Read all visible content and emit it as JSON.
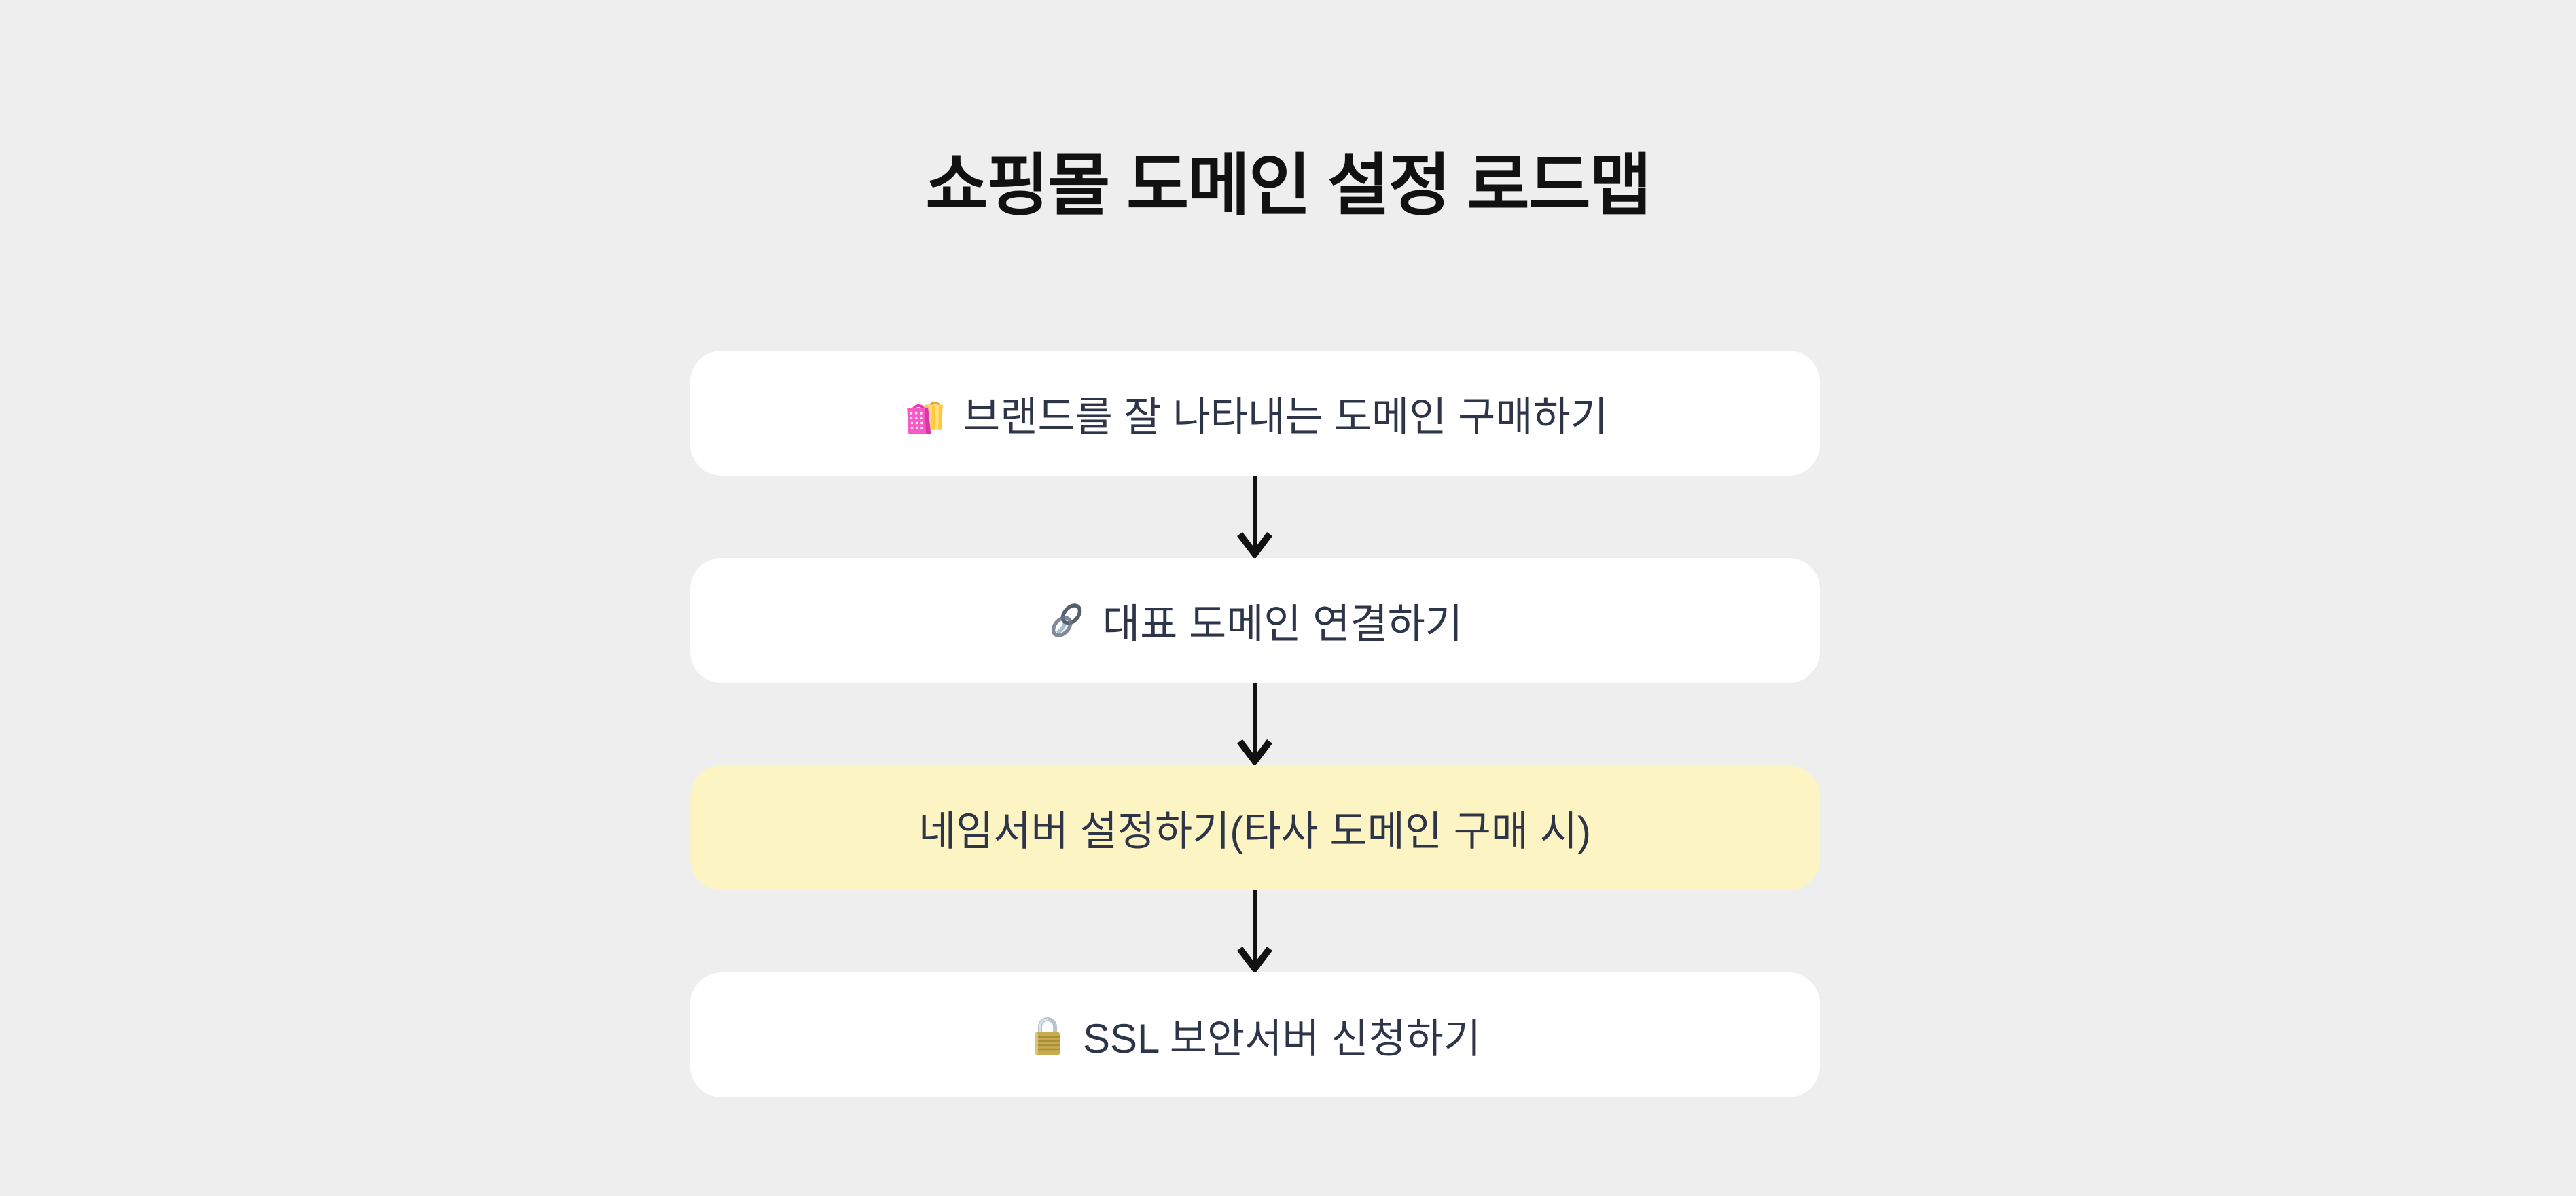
{
  "page": {
    "title": "쇼핑몰 도메인 설정 로드맵",
    "background_color": "#EEEEEE",
    "title_color": "#111111"
  },
  "flowchart": {
    "box_color": "#FFFFFF",
    "highlight_color": "#FCF5C3",
    "label_color": "#2E3548",
    "arrow_color": "#111111",
    "arrow_direction": "down",
    "steps": [
      {
        "order": 1,
        "icon": "shopping-bags-icon",
        "emoji": "🛍️",
        "label": "브랜드를 잘 나타내는 도메인 구매하기",
        "highlighted": false
      },
      {
        "order": 2,
        "icon": "link-icon",
        "emoji": "🔗",
        "label": "대표 도메인 연결하기",
        "highlighted": false
      },
      {
        "order": 3,
        "icon": null,
        "emoji": null,
        "label": "네임서버 설정하기(타사 도메인 구매 시)",
        "highlighted": true
      },
      {
        "order": 4,
        "icon": "lock-icon",
        "emoji": "🔒",
        "label": "SSL 보안서버 신청하기",
        "highlighted": false
      }
    ]
  }
}
